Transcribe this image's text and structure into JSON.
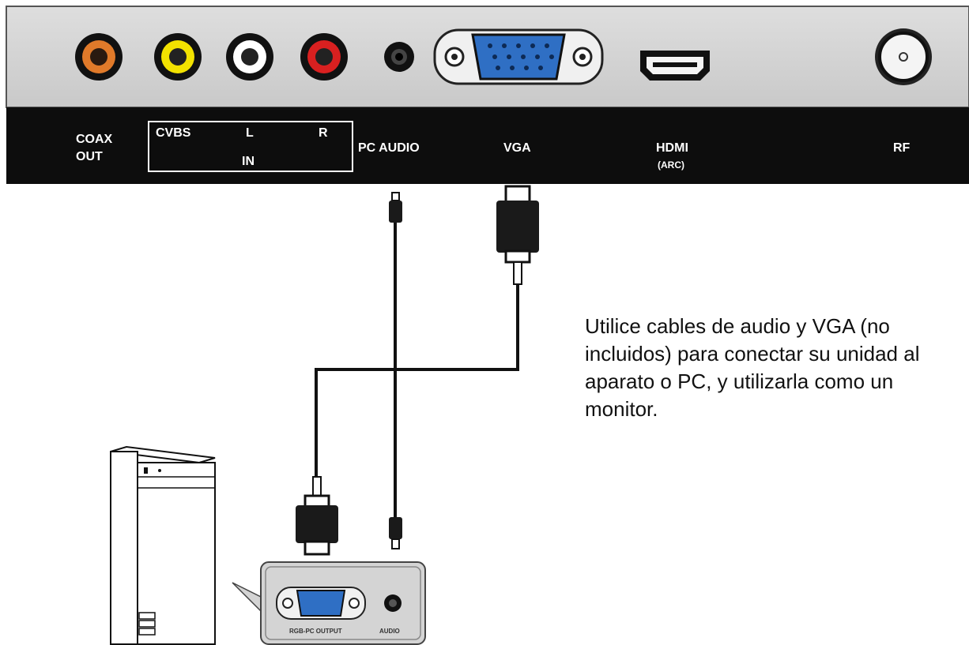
{
  "tv_panel": {
    "labels": {
      "coax_line1": "COAX",
      "coax_line2": "OUT",
      "cvbs": "CVBS",
      "left": "L",
      "right": "R",
      "in": "IN",
      "pc_audio": "PC AUDIO",
      "vga": "VGA",
      "hdmi": "HDMI",
      "hdmi_sub": "(ARC)",
      "rf": "RF"
    },
    "jack_colors": {
      "coax": "#e07a2a",
      "video": "#f2e200",
      "audio_left": "#ffffff",
      "audio_right": "#d92020",
      "vga_port": "#2f6fc4"
    }
  },
  "pc_panel": {
    "rgb_output": "RGB-PC OUTPUT",
    "audio": "AUDIO"
  },
  "instructions": "Utilice cables de audio y VGA (no incluidos) para conectar su unidad al aparato o PC, y utilizarla como un monitor."
}
